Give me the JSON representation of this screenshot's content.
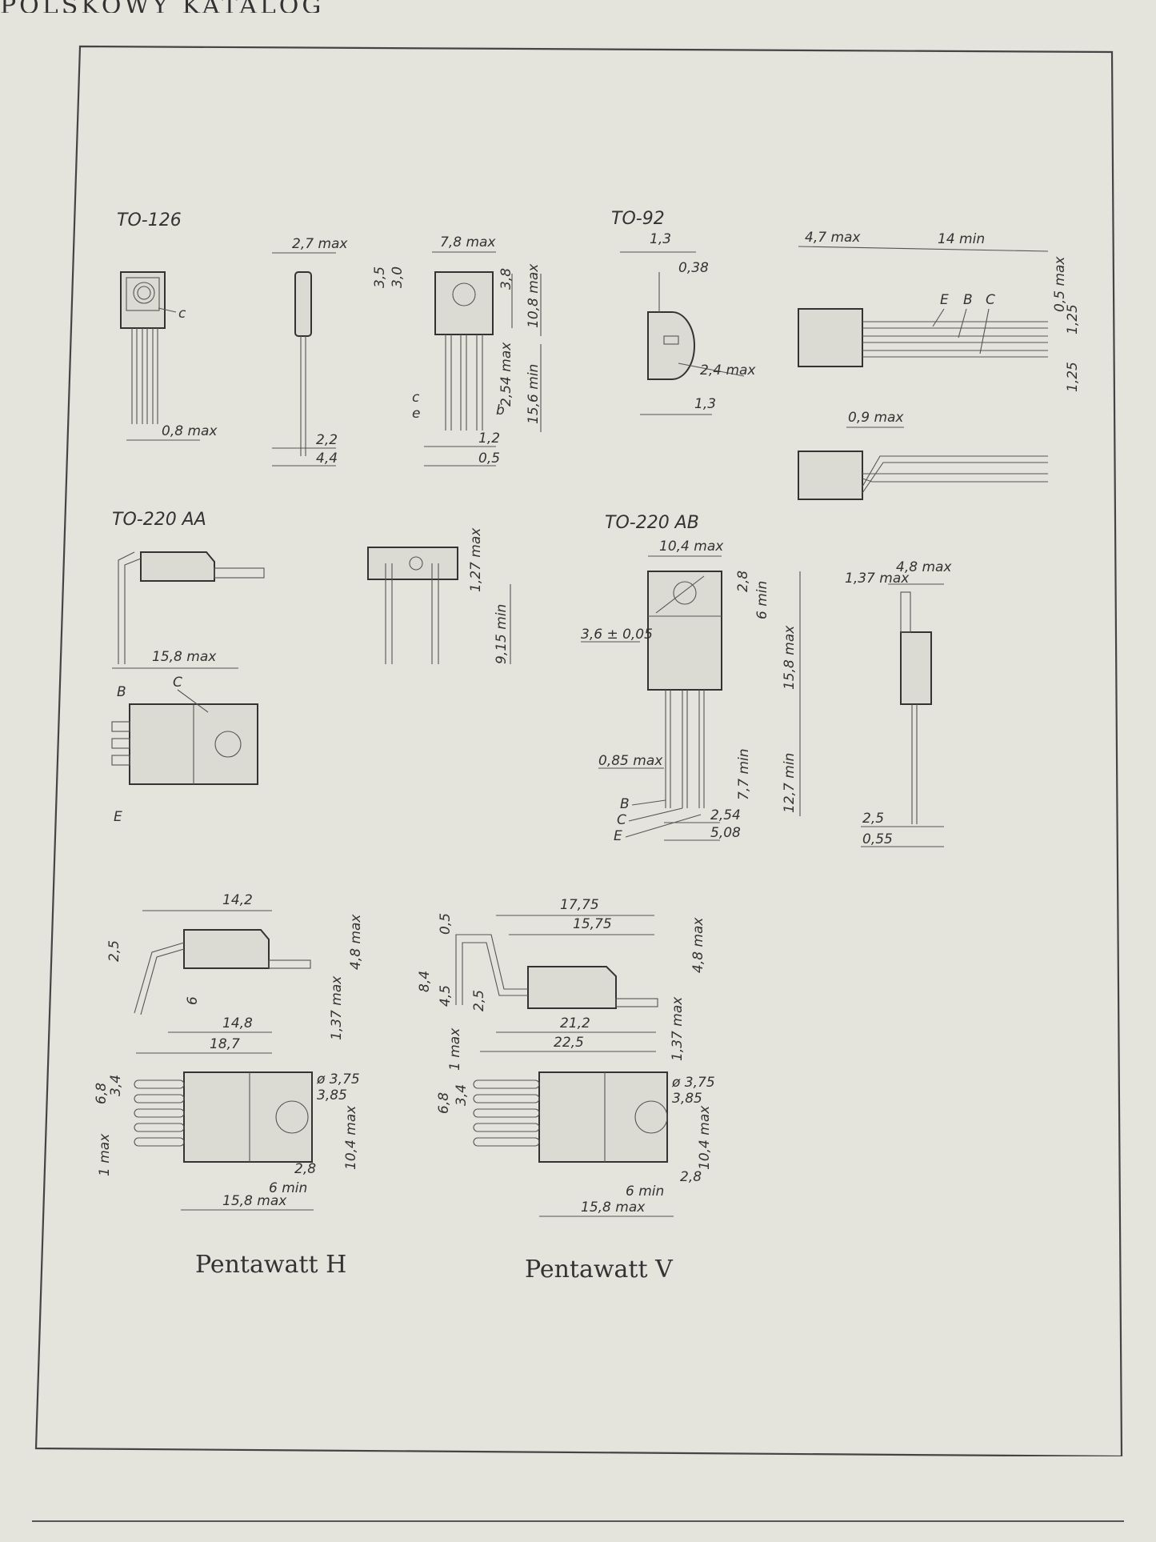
{
  "header": {
    "text": "POLSKOWY KATALOG"
  },
  "sections": {
    "to126": {
      "title": "TO-126",
      "dims": [
        "2,7 max",
        "7,8 max",
        "3,5",
        "3,0",
        "3,8",
        "10,8 max",
        "2,54 max",
        "15,6 min",
        "0,8 max",
        "1,2",
        "0,5",
        "2,2",
        "4,4"
      ],
      "pins": [
        "c",
        "e",
        "b"
      ],
      "c_label": "c"
    },
    "to92": {
      "title": "TO-92",
      "dims": [
        "1,3",
        "0,38",
        "2,4 max",
        "1,3",
        "4,7 max",
        "14 min",
        "0,5 max",
        "1,25",
        "1,25",
        "0,9 max"
      ],
      "pins": [
        "E",
        "B",
        "C"
      ]
    },
    "to220aa": {
      "title": "TO-220 AA",
      "dims": [
        "15,8 max",
        "1,27 max",
        "9,15 min"
      ],
      "pins": [
        "B",
        "C",
        "E"
      ]
    },
    "to220ab": {
      "title": "TO-220 AB",
      "dims": [
        "10,4 max",
        "2,8",
        "6 min",
        "3,6 ± 0,05",
        "15,8 max",
        "0,85 max",
        "7,7 min",
        "12,7 min",
        "2,54",
        "5,08",
        "1,37 max",
        "4,8 max",
        "2,5",
        "0,55"
      ],
      "pins": [
        "B",
        "C",
        "E"
      ]
    },
    "pentawatt_h": {
      "title": "Pentawatt H",
      "dims": [
        "14,2",
        "2,5",
        "4,8 max",
        "6",
        "1,37 max",
        "14,8",
        "18,7",
        "ø 3,75",
        "3,85",
        "6,8",
        "3,4",
        "10,4 max",
        "1 max",
        "2,8",
        "6 min",
        "15,8 max"
      ]
    },
    "pentawatt_v": {
      "title": "Pentawatt V",
      "dims": [
        "17,75",
        "15,75",
        "0,5",
        "4,8 max",
        "8,4",
        "4,5",
        "2,5",
        "21,2",
        "22,5",
        "1,37 max",
        "1 max",
        "ø 3,75",
        "3,85",
        "6,8",
        "3,4",
        "10,4 max",
        "2,8",
        "6 min",
        "15,8 max"
      ]
    }
  }
}
